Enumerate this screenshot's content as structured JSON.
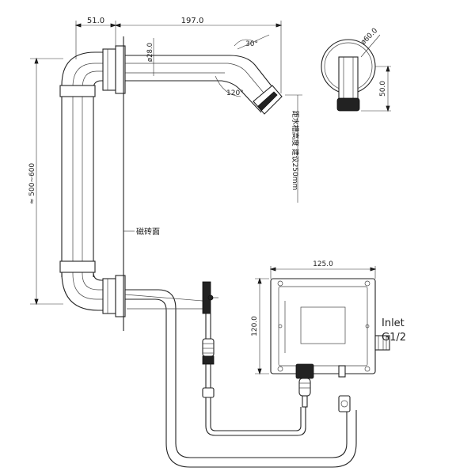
{
  "dimensions": {
    "wall_offset": "51.0",
    "spout_length": "197.0",
    "pipe_diameter": "ø28.0",
    "spout_angle": "30°",
    "bend_angle": "120°",
    "height_range": "≈ 500~600",
    "flange_diameter": "ø60.0",
    "spout_depth": "50.0",
    "box_width": "125.0",
    "box_height": "120.0"
  },
  "labels": {
    "wall_surface": "磁砖面",
    "installation_note": "距水槽高度 建议250mm",
    "inlet_line1": "Inlet",
    "inlet_line2": "G1/2"
  }
}
